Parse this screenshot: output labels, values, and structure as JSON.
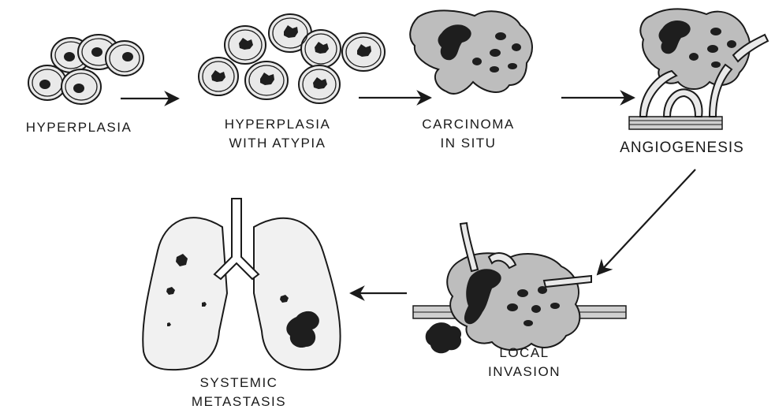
{
  "stages": [
    {
      "id": "hyperplasia",
      "lines": [
        "HYPERPLASIA"
      ]
    },
    {
      "id": "atypia",
      "lines": [
        "HYPERPLASIA",
        "WITH ATYPIA"
      ]
    },
    {
      "id": "carcinoma",
      "lines": [
        "CARCINOMA",
        "IN SITU"
      ]
    },
    {
      "id": "angiogenesis",
      "lines": [
        "ANGIOGENESIS"
      ]
    },
    {
      "id": "invasion",
      "lines": [
        "LOCAL",
        "INVASION"
      ]
    },
    {
      "id": "metastasis",
      "lines": [
        "SYSTEMIC",
        "METASTASIS"
      ]
    }
  ],
  "colors": {
    "ink": "#1a1a1a",
    "cell_fill": "#e9e9e9",
    "tumor_fill": "#bdbdbd",
    "lung_fill": "#f1f1f1",
    "nucleus": "#1e1e1e"
  },
  "icons": [
    "arrow-right-icon",
    "arrow-diagonal-icon",
    "arrow-left-icon"
  ]
}
